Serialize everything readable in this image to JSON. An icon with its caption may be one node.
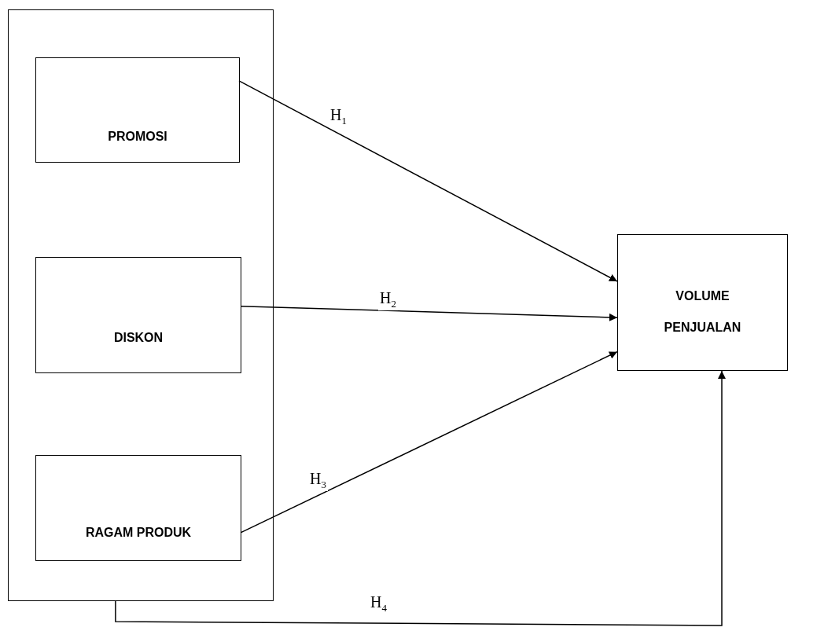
{
  "diagram": {
    "nodes": [
      {
        "text": [],
        "shape": "box"
      },
      {
        "text": [
          "PROMOSI"
        ],
        "in": 0
      },
      {
        "text": [
          "DISKON"
        ],
        "in": 0
      },
      {
        "text": [
          "RAGAM PRODUK"
        ],
        "in": 0
      },
      {
        "text": [
          "VOLUME PENJUALAN"
        ]
      }
    ],
    "edges": [
      {
        "from": 1,
        "to": 4,
        "arrow": "to",
        "label": "H$_{1}$"
      },
      {
        "from": 2,
        "to": 4,
        "arrow": "to",
        "label": "H$_{2}$"
      },
      {
        "from": 3,
        "to": 4,
        "arrow": "to",
        "label": "H$_{3}$"
      },
      {
        "from": 0,
        "to": 4,
        "arrow": "to",
        "label": "H$_{4}$"
      }
    ]
  }
}
